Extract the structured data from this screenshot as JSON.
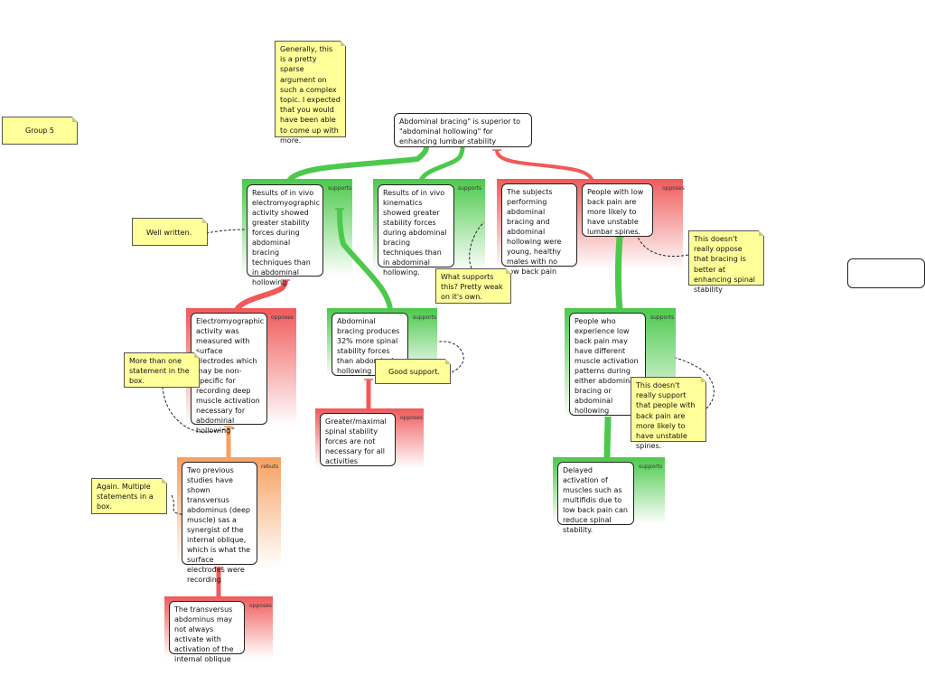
{
  "group_label": "Group 5",
  "root_claim": "Abdominal  bracing\" is superior to \"abdominal hollowing\" for enhancing lumbar stability",
  "relation_labels": {
    "supports": "supports",
    "opposes": "opposes",
    "rebuts": "rebuts"
  },
  "claims": {
    "emg_results": "Results of in vivo electromyographic activity showed greater stability forces during abdominal bracing techniques than in abdominal hollowing",
    "kinematics_results": "Results of in vivo kinematics showed greater stability forces during abdominal bracing techniques than in abdominal hollowing.",
    "subjects_young": "The subjects performing abdominal bracing and abdominal hollowing were young, healthy males with no low back pain",
    "low_back_pain": "People with low back pain are more likely to have unstable lumbar spines.",
    "emg_measured": "Electromyographic activity was measured with surface electrodes which may be non-specific for recording deep muscle activation necessary for abdominal hollowing",
    "bracing_32": "Abdominal bracing produces 32% more spinal stability forces than abdominal hollowing",
    "greater_maximal": "Greater/maximal spinal stability forces are not necessary for all activities",
    "muscle_patterns": "People who experience low back pain may have different muscle activation patterns during either abdominal bracing or abdominal hollowing",
    "delayed_activation": "Delayed activation of muscles such as multifidis due to low back pain can reduce spinal stability.",
    "two_studies": "Two previous studies have shown transversus abdominus (deep muscle) sas a synergist of the internal oblique, which is what the surface electrodes were recording",
    "transversus": "The transversus abdominus may not always activate with activation of the internal oblique"
  },
  "notes": {
    "sparse": "Generally, this is a pretty sparse argument on such a complex topic. I expected that you would have been able to come up with more.",
    "well_written": "Well written.",
    "what_supports": "What supports this? Pretty weak on it's own.",
    "not_oppose": "This doesn't really oppose that bracing is better at enhancing spinal stability",
    "more_than_one": "More than one statement in the box.",
    "good_support": "Good support.",
    "not_support": "This doesn't really support that people with back pain are more likely to have unstable spines.",
    "again_multiple": "Again. Multiple statements in a box."
  },
  "colors": {
    "supports": "#4cc94c",
    "opposes": "#f05a5a",
    "rebuts": "#f7a060",
    "note": "#ffff99"
  }
}
